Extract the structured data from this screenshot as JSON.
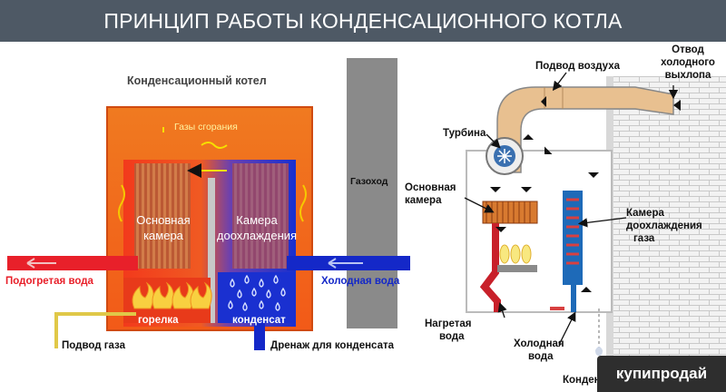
{
  "title": "ПРИНЦИП РАБОТЫ КОНДЕНСАЦИОННОГО КОТЛА",
  "left": {
    "heading": "Конденсационный котел",
    "combustion_gases": "Газы сгорания",
    "main_chamber": [
      "Основная",
      "камера"
    ],
    "cooling_chamber": [
      "Камера",
      "доохлаждения"
    ],
    "flue": "Газоход",
    "heated_water": "Подогретая вода",
    "cold_water": "Холодная вода",
    "burner": "горелка",
    "condensate": "конденсат",
    "gas_supply": "Подвод газа",
    "drain": "Дренаж для конденсата"
  },
  "right": {
    "air_supply": "Подвод воздуха",
    "cold_exhaust": [
      "Отвод",
      "холодного",
      "выхлопа"
    ],
    "turbine": "Турбина",
    "main_chamber": [
      "Основная",
      "камера"
    ],
    "cooling_chamber": [
      "Камера",
      "доохлаждения",
      "газа"
    ],
    "heated_water": [
      "Нагретая",
      "вода"
    ],
    "cold_water": [
      "Холодная",
      "вода"
    ],
    "condensate": "Конденс"
  },
  "watermark": "купипродай",
  "colors": {
    "title_bar": "#4e5965",
    "boiler_orange": "#f06a16",
    "hot_red": "#e8202a",
    "cold_blue": "#1428c8",
    "flue_gray": "#8a8a8a",
    "pipe_tan": "#e8c090",
    "gas_yellow": "#e0c848"
  }
}
